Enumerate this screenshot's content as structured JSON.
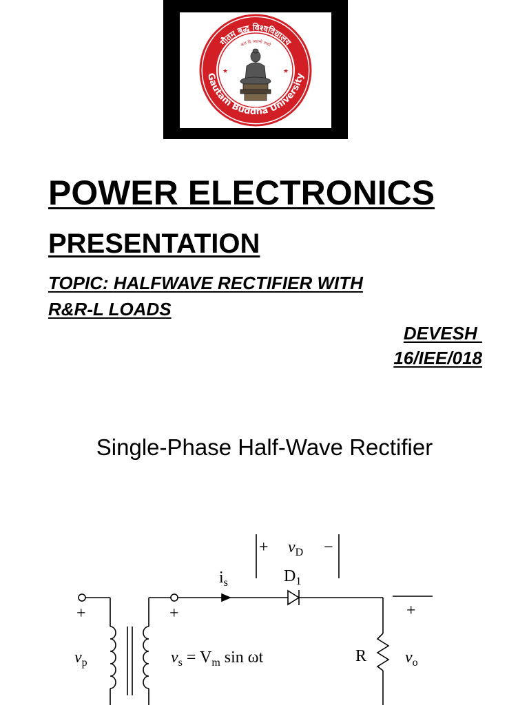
{
  "logo": {
    "inner_text_top": "गौतम बुद्ध विश्वविद्यालय",
    "inner_text_bottom": "Gautam Buddha University",
    "motto": "अत्त दि अत्तनो नाथो",
    "colors": {
      "ring": "#d21f26",
      "frame": "#000000"
    }
  },
  "slide": {
    "title": "POWER ELECTRONICS",
    "subtitle": "PRESENTATION",
    "topic_prefix": "TOPIC",
    "topic_colon": ": ",
    "topic_line1": "HALFWAVE RECTIFIER WITH",
    "topic_line2": "R&R-L LOADS",
    "author_name": "DEVESH ",
    "author_id": "16/IEE/018",
    "heading": "Single-Phase Half-Wave Rectifier"
  },
  "circuit": {
    "vd_plus": "+",
    "vd_label": "v",
    "vd_sub": "D",
    "vd_minus": "−",
    "is_label": "i",
    "is_sub": "s",
    "d1_label": "D",
    "d1_sub": "1",
    "plus_left": "+",
    "plus_mid": "+",
    "plus_right": "+",
    "vp_label": "v",
    "vp_sub": "p",
    "vs_label": "v",
    "vs_sub": "s",
    "vs_eq": " = V",
    "vs_sub_m": "m",
    "vs_rest": " sin ωt",
    "r_label": "R",
    "vo_label": "v",
    "vo_sub": "o"
  }
}
